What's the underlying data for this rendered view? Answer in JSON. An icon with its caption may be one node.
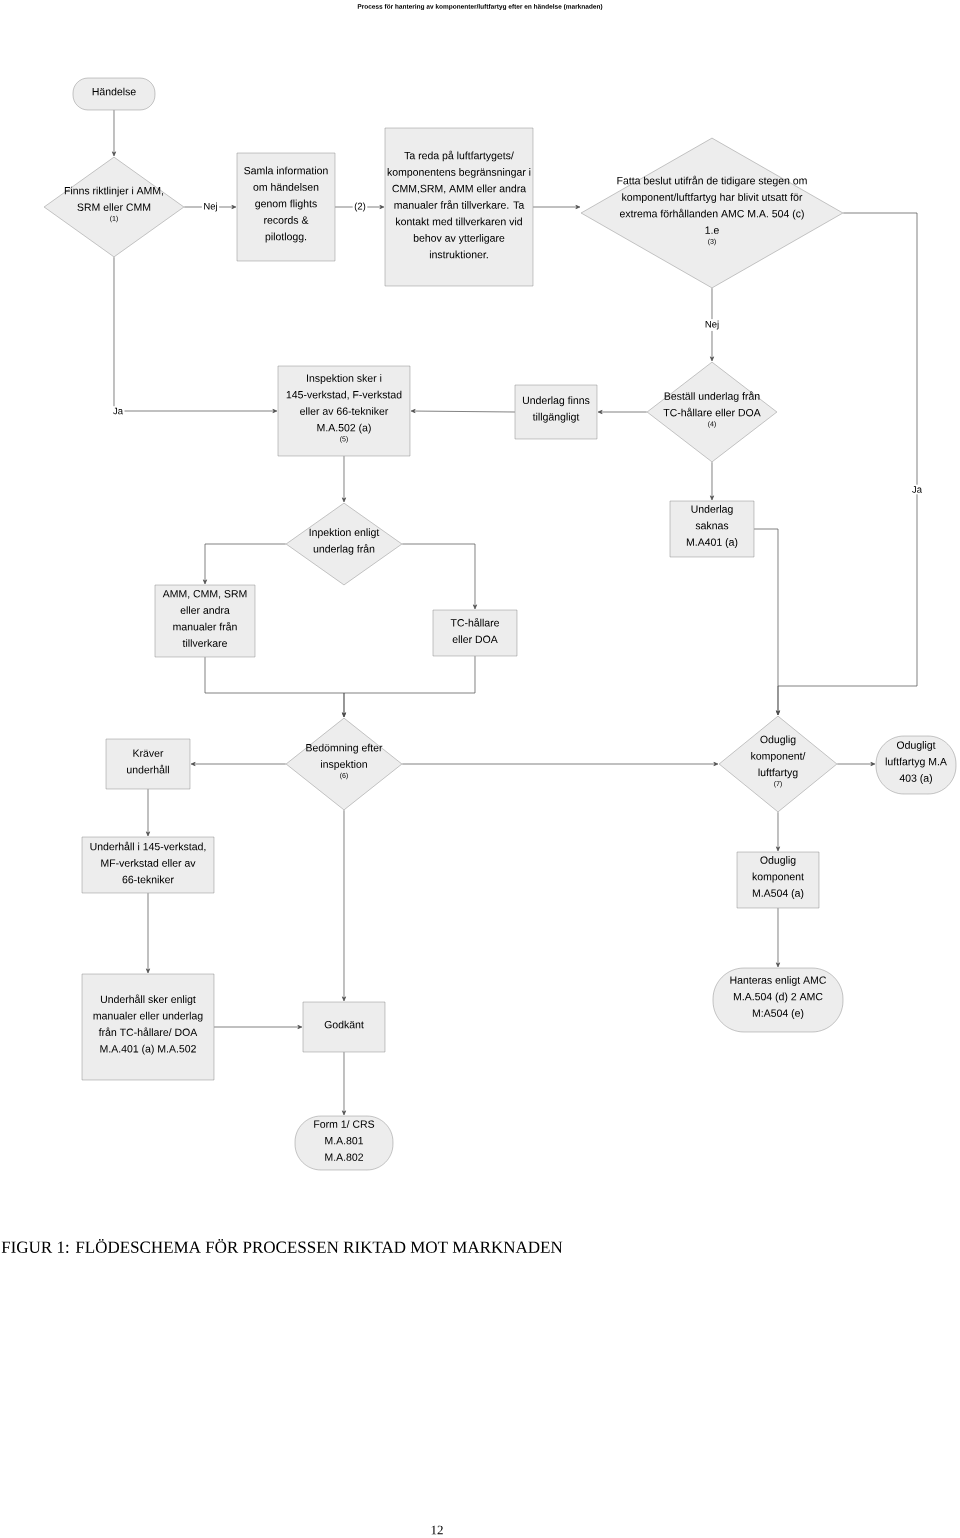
{
  "diagram": {
    "title": "Process för hantering av komponenter/luftfartyg efter en händelse (marknaden)",
    "caption": "FIGUR 1: FLÖDESCHEMA FÖR PROCESSEN RIKTAD MOT MARKNADEN",
    "nodes": [
      {
        "text": [
          "Händelse"
        ]
      },
      {
        "text": [
          "Finns riktlinjer i AMM, SRM eller CMM",
          "(1)"
        ]
      },
      {
        "text": [
          "Samla information om händelsen genom flights records & pilotlogg."
        ]
      },
      {
        "text": [
          "Ta reda på luftfartygets/ komponentens begränsningar i CMM,SRM, AMM eller andra manualer från tillverkare. Ta kontakt med tillverkaren vid behov av ytterligare instruktioner."
        ]
      },
      {
        "text": [
          "Fatta beslut utifrån de tidigare stegen om komponent/luftfartyg har blivit utsatt för extrema förhållanden AMC M.A. 504 (c) 1.e",
          "(3)"
        ]
      },
      {
        "text": [
          "Inspektion sker i 145-verkstad, F-verkstad eller av 66-tekniker M.A.502 (a)",
          "(5)"
        ]
      },
      {
        "text": [
          "Underlag finns tillgängligt"
        ]
      },
      {
        "text": [
          "Beställ underlag från TC-hållare eller DOA",
          "(4)"
        ]
      },
      {
        "text": [
          "Underlag saknas M.A401 (a)"
        ]
      },
      {
        "text": [
          "Inpektion enligt underlag från"
        ]
      },
      {
        "text": [
          "AMM, CMM, SRM eller andra manualer från tillverkare"
        ]
      },
      {
        "text": [
          "TC-hållare eller DOA"
        ]
      },
      {
        "text": [
          "Kräver underhåll"
        ]
      },
      {
        "text": [
          "Bedömning efter inspektion",
          "(6)"
        ]
      },
      {
        "text": [
          "Oduglig komponent/ luftfartyg",
          "(7)"
        ]
      },
      {
        "text": [
          "Odugligt luftfartyg M.A 403 (a)"
        ]
      },
      {
        "text": [
          "Underhåll i 145-verkstad, MF-verkstad eller av 66-tekniker"
        ]
      },
      {
        "text": [
          "Oduglig komponent M.A504 (a)"
        ]
      },
      {
        "text": [
          "Underhåll sker enligt manualer eller underlag från TC-hållare/ DOA M.A.401 (a) M.A.502"
        ]
      },
      {
        "text": [
          "Godkänt"
        ]
      },
      {
        "text": [
          "Hanteras enligt AMC M.A.504 (d) 2 AMC M:A504 (e)"
        ]
      },
      {
        "text": [
          "Form 1/ CRS M.A.801 M.A.802"
        ]
      }
    ],
    "edges": [
      {
        "from": 0,
        "to": 1,
        "arrow": "to"
      },
      {
        "from": 1,
        "to": 2,
        "arrow": "to",
        "label": "Nej"
      },
      {
        "from": 2,
        "to": 3,
        "arrow": "to",
        "label": "(2)"
      },
      {
        "from": 3,
        "to": 4,
        "arrow": "to"
      },
      {
        "from": 4,
        "to": 7,
        "arrow": "to",
        "label": "Nej"
      },
      {
        "from": 4,
        "to": 14,
        "arrow": "to",
        "label": "Ja"
      },
      {
        "from": 1,
        "to": 5,
        "arrow": "to",
        "label": "Ja"
      },
      {
        "from": 7,
        "to": 6,
        "arrow": "to"
      },
      {
        "from": 6,
        "to": 5,
        "arrow": "to"
      },
      {
        "from": 7,
        "to": 8,
        "arrow": "to"
      },
      {
        "from": 8,
        "to": 14,
        "arrow": "to"
      },
      {
        "from": 5,
        "to": 9,
        "arrow": "to"
      },
      {
        "from": 9,
        "to": 10,
        "arrow": "to"
      },
      {
        "from": 9,
        "to": 11,
        "arrow": "to"
      },
      {
        "from": 10,
        "to": 13,
        "arrow": "to"
      },
      {
        "from": 11,
        "to": 13,
        "arrow": "to"
      },
      {
        "from": 13,
        "to": 12,
        "arrow": "to"
      },
      {
        "from": 13,
        "to": 14,
        "arrow": "to"
      },
      {
        "from": 14,
        "to": 15,
        "arrow": "to"
      },
      {
        "from": 14,
        "to": 17,
        "arrow": "to"
      },
      {
        "from": 12,
        "to": 16,
        "arrow": "to"
      },
      {
        "from": 16,
        "to": 18,
        "arrow": "to"
      },
      {
        "from": 13,
        "to": 19,
        "arrow": "to"
      },
      {
        "from": 18,
        "to": 19,
        "arrow": "to"
      },
      {
        "from": 17,
        "to": 20,
        "arrow": "to"
      },
      {
        "from": 19,
        "to": 21,
        "arrow": "to"
      }
    ],
    "labels": [
      "12"
    ]
  }
}
